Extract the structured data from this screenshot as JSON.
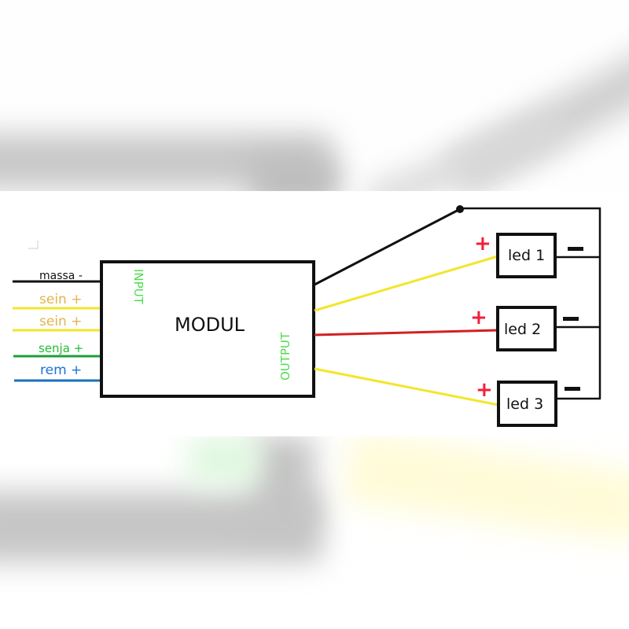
{
  "module": {
    "title": "MODUL",
    "input_label": "INPUT",
    "output_label": "OUTPUT"
  },
  "inputs": [
    {
      "label": "massa -",
      "color": "#111111",
      "label_color": "#111111"
    },
    {
      "label": "sein +",
      "color": "#f2e62c",
      "label_color": "#e3b54f"
    },
    {
      "label": "sein +",
      "color": "#f2e62c",
      "label_color": "#e3b54f"
    },
    {
      "label": "senja +",
      "color": "#1e9e3a",
      "label_color": "#22bb33"
    },
    {
      "label": "rem +",
      "color": "#1a6fbf",
      "label_color": "#1a73d9"
    }
  ],
  "leds": [
    {
      "label": "led 1",
      "plus": "+",
      "minus": "−",
      "wire_color": "#f2e62c"
    },
    {
      "label": "led 2",
      "plus": "+",
      "minus": "−",
      "wire_color": "#d42020"
    },
    {
      "label": "led 3",
      "plus": "+",
      "minus": "−",
      "wire_color": "#f2e62c"
    }
  ],
  "colors": {
    "label_green": "#4ddd4d",
    "plus_red": "#f0203c",
    "ground": "#111111"
  }
}
